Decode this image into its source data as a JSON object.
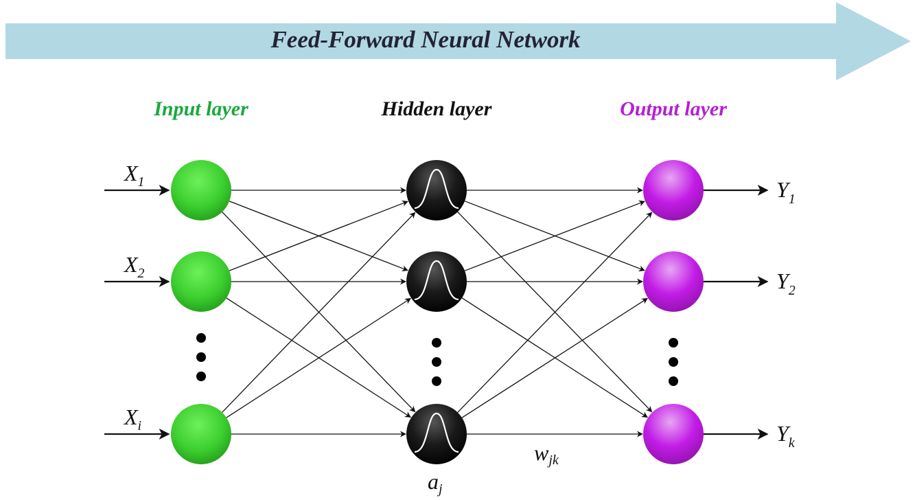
{
  "banner": {
    "title": "Feed-Forward Neural Network",
    "color": "#b2d8e4"
  },
  "layers": {
    "input": {
      "label": "Input layer",
      "color": "#1aa83c",
      "node_color": "#3ccf2f"
    },
    "hidden": {
      "label": "Hidden layer",
      "color": "#111111",
      "node_color": "#0d0d0d"
    },
    "output": {
      "label": "Output layer",
      "color": "#b41fd2",
      "node_color": "#c21ce6"
    }
  },
  "inputs": [
    {
      "base": "X",
      "sub": "1"
    },
    {
      "base": "X",
      "sub": "2"
    },
    {
      "base": "X",
      "sub": "i"
    }
  ],
  "outputs": [
    {
      "base": "Y",
      "sub": "1"
    },
    {
      "base": "Y",
      "sub": "2"
    },
    {
      "base": "Y",
      "sub": "k"
    }
  ],
  "annotations": {
    "weight": {
      "base": "w",
      "sub": "jk"
    },
    "activation": {
      "base": "a",
      "sub": "j"
    }
  }
}
